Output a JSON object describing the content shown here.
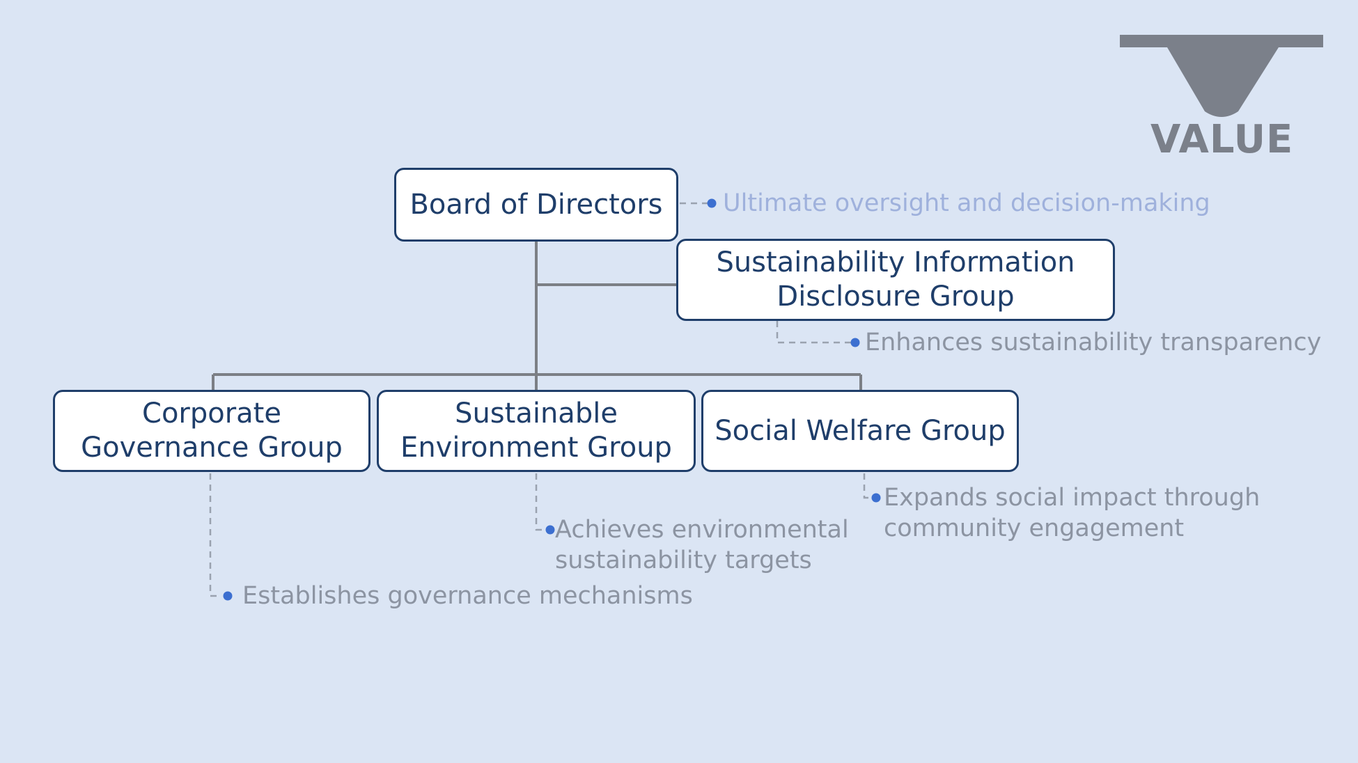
{
  "logo": {
    "text": "VALUE",
    "color": "#7b808a"
  },
  "nodes": {
    "board": "Board of Directors",
    "disclosure_line1": "Sustainability Information",
    "disclosure_line2": "Disclosure Group",
    "corporate_line1": "Corporate",
    "corporate_line2": "Governance Group",
    "environment_line1": "Sustainable",
    "environment_line2": "Environment Group",
    "social": "Social Welfare Group"
  },
  "notes": {
    "board": "Ultimate oversight and decision-making",
    "disclosure": "Enhances sustainability transparency",
    "corporate": "Establishes governance mechanisms",
    "environment_line1": "Achieves environmental",
    "environment_line2": "sustainability targets",
    "social_line1": "Expands social impact through",
    "social_line2": "community engagement"
  },
  "colors": {
    "background": "#dbe5f4",
    "node_border": "#1f3e6a",
    "node_text": "#1f3e6a",
    "connector": "#7c7f85",
    "note_text": "#8c94a2",
    "board_note_text": "#9fb1dc",
    "bullet": "#3c6fd0"
  }
}
